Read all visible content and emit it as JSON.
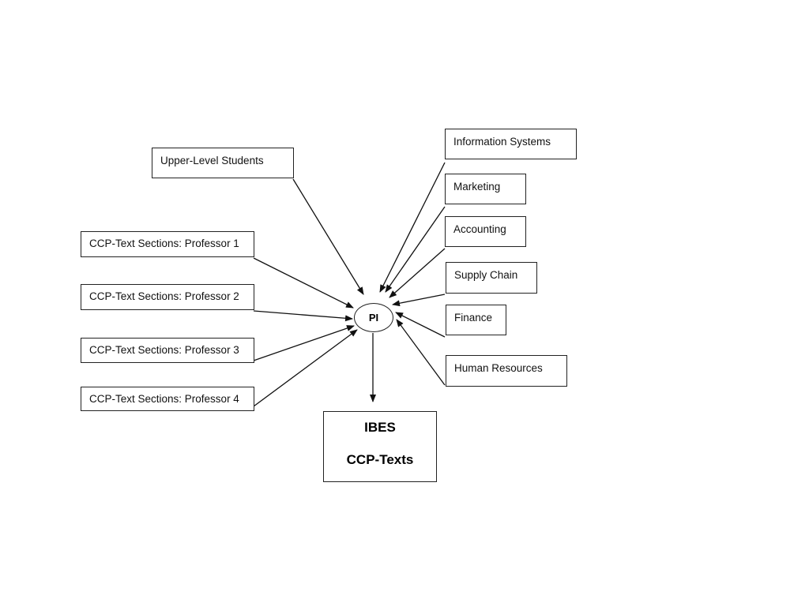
{
  "center": {
    "label": "PI"
  },
  "output": {
    "line1": "IBES",
    "line2": "CCP-Texts"
  },
  "left_nodes": [
    "Upper-Level Students",
    "CCP-Text Sections: Professor 1",
    "CCP-Text Sections: Professor 2",
    "CCP-Text Sections: Professor 3",
    "CCP-Text Sections: Professor 4"
  ],
  "right_nodes": [
    "Information Systems",
    "Marketing",
    "Accounting",
    "Supply Chain",
    "Finance",
    "Human Resources"
  ]
}
